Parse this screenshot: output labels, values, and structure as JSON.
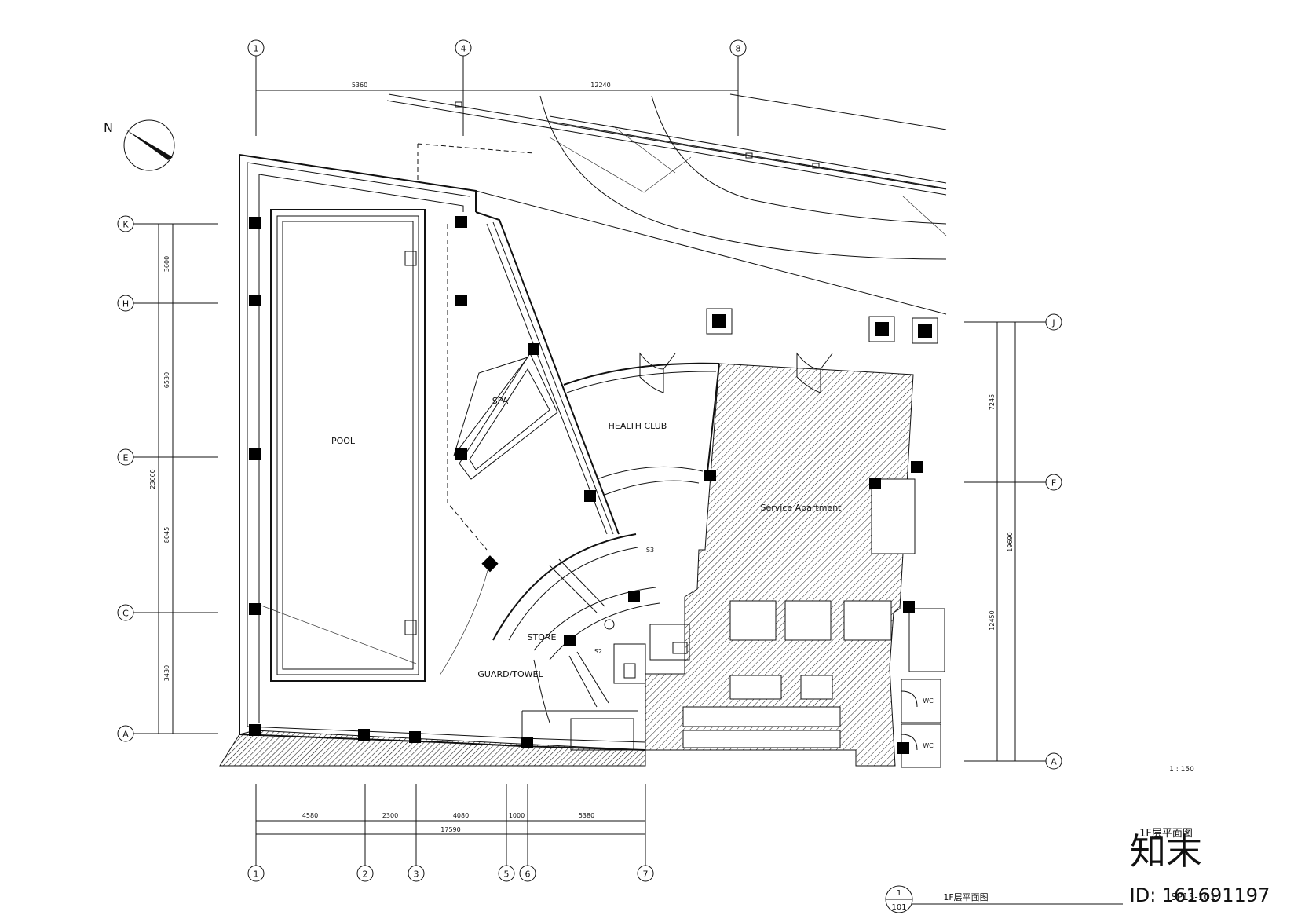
{
  "grid": {
    "top": [
      "1",
      "4",
      "8"
    ],
    "bottom": [
      "1",
      "2",
      "3",
      "5",
      "6",
      "7"
    ],
    "left": [
      "K",
      "H",
      "E",
      "C",
      "A"
    ],
    "right": [
      "J",
      "F",
      "A"
    ]
  },
  "dimensions": {
    "top": [
      "5360",
      "12240"
    ],
    "bottom": [
      "4580",
      "2300",
      "4080",
      "1000",
      "5380"
    ],
    "bottom_total": "17590",
    "left": [
      "3600",
      "6530",
      "8045",
      "3430"
    ],
    "left_total": "23660",
    "right": [
      "7245",
      "12450"
    ],
    "right_total": "19690"
  },
  "compass": {
    "label": "N"
  },
  "rooms": {
    "pool": "POOL",
    "spa": "SPA",
    "health_club": "HEALTH CLUB",
    "service_apartment": "Service Apartment",
    "store": "STORE",
    "guard_towel": "GUARD/TOWEL",
    "s3": "S3",
    "s2": "S2",
    "wc_1": "WC",
    "wc_2": "WC"
  },
  "scale_note": "1 : 150",
  "drawing_title": {
    "number": "1",
    "sheet": "101",
    "title": "1F层平面图",
    "side_title": "1F层平面图",
    "sheet_code": "SP13-101"
  },
  "watermark": {
    "logo": "知末",
    "id": "ID: 161691197"
  }
}
